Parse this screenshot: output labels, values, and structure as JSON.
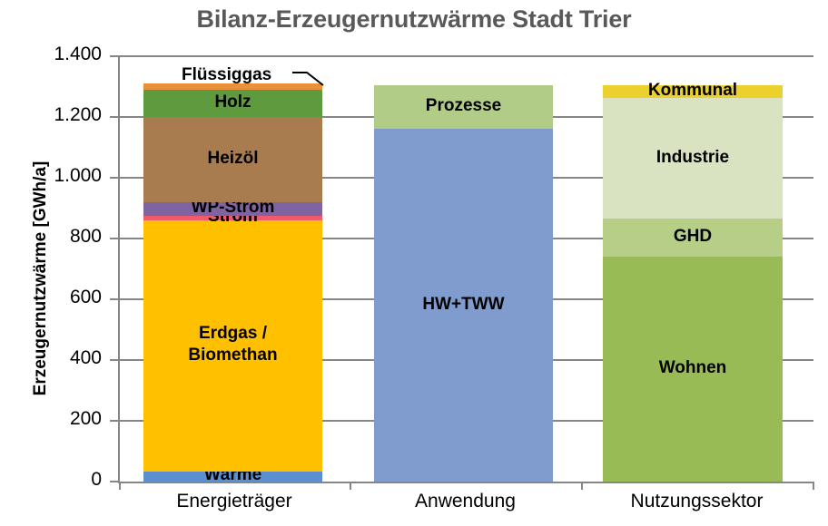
{
  "chart_data": {
    "type": "bar",
    "title": "Bilanz-Erzeugernutzwärme Stadt Trier",
    "xlabel": "",
    "ylabel": "Erzeugernutzwärme [GWh/a]",
    "ylim": [
      0,
      1400
    ],
    "ytick_labels": [
      "1.400",
      "1.200",
      "1.000",
      "800",
      "600",
      "400",
      "200",
      "0"
    ],
    "ytick_values": [
      1400,
      1200,
      1000,
      800,
      600,
      400,
      200,
      0
    ],
    "grid": true,
    "legend": "none (segments labelled in place)",
    "stacked": true,
    "categories": [
      "Energieträger",
      "Anwendung",
      "Nutzungssektor"
    ],
    "bars": [
      {
        "category": "Energieträger",
        "total": 1311,
        "segments": [
          {
            "label": "Wärme",
            "value": 33,
            "color": "#5B8FD0",
            "show_label": true
          },
          {
            "label": "Erdgas / Biomethan",
            "value": 827,
            "color": "#FFC000",
            "show_label": true
          },
          {
            "label": "Strom",
            "value": 15,
            "color": "#F2596A",
            "show_label": true
          },
          {
            "label": "WP-Strom",
            "value": 45,
            "color": "#8064A2",
            "show_label": true
          },
          {
            "label": "Heizöl",
            "value": 280,
            "color": "#A97C50",
            "show_label": true
          },
          {
            "label": "Holz",
            "value": 90,
            "color": "#5E9A3E",
            "show_label": true
          },
          {
            "label": "Flüssiggas",
            "value": 21,
            "color": "#E8913A",
            "show_label": false
          }
        ]
      },
      {
        "category": "Anwendung",
        "total": 1304,
        "segments": [
          {
            "label": "HW+TWW",
            "value": 1161,
            "color": "#809BCD",
            "show_label": true
          },
          {
            "label": "Prozesse",
            "value": 143,
            "color": "#B0CC86",
            "show_label": true
          }
        ]
      },
      {
        "category": "Nutzungssektor",
        "total": 1304,
        "segments": [
          {
            "label": "Wohnen",
            "value": 740,
            "color": "#98BB55",
            "show_label": true
          },
          {
            "label": "GHD",
            "value": 125,
            "color": "#B6CE86",
            "show_label": true
          },
          {
            "label": "Industrie",
            "value": 397,
            "color": "#D9E3C1",
            "show_label": true
          },
          {
            "label": "Kommunal",
            "value": 42,
            "color": "#EBD02E",
            "show_label": true
          }
        ]
      }
    ],
    "callouts": [
      {
        "label": "Flüssiggas",
        "target_category": "Energieträger",
        "target_segment": "Flüssiggas"
      }
    ]
  },
  "colors": {
    "title": "#595959",
    "axis": "#868686",
    "background": "#FFFFFF",
    "text": "#000000"
  }
}
